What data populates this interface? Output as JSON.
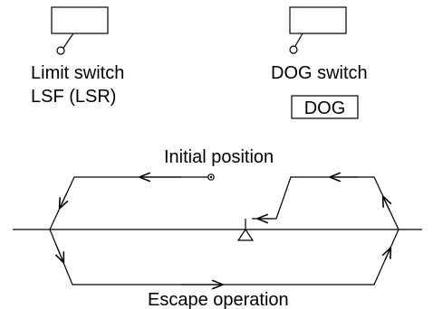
{
  "limit_switch": {
    "label_line1": "Limit switch",
    "label_line2": "LSF (LSR)"
  },
  "dog_switch": {
    "label": "DOG switch",
    "dog_label": "DOG"
  },
  "path": {
    "initial_position_label": "Initial position",
    "escape_operation_label": "Escape operation"
  }
}
